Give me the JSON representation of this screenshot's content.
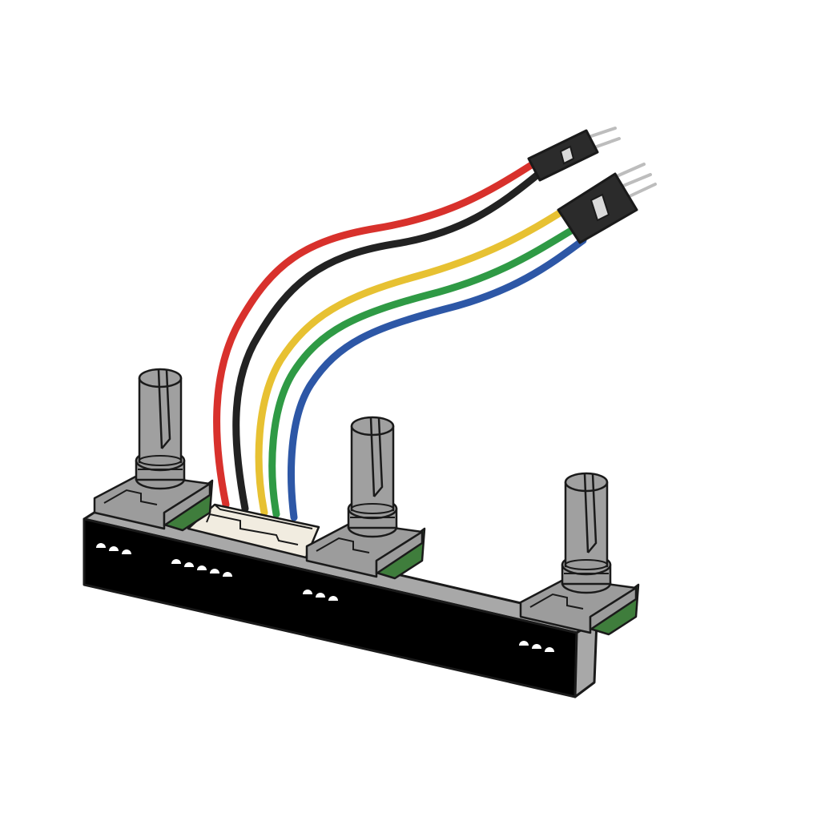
{
  "illustration": {
    "subject": "potentiometer-board-with-wire-harness",
    "colors": {
      "outline": "#1a1a1a",
      "board_black": "#000000",
      "board_edge": "#a8a8a8",
      "pcb_green": "#3f7d3c",
      "pot_body": "#9c9c9c",
      "shaft_metal": "#a0a0a0",
      "connector_cream": "#f1ece0",
      "wire_red": "#d8312c",
      "wire_black": "#222222",
      "wire_yellow": "#e7c132",
      "wire_green": "#2f9a45",
      "wire_blue": "#2d57a6",
      "header_black": "#2b2b2b",
      "pin_silver": "#bdbdbd"
    },
    "potentiometers": 3,
    "wires": [
      "red",
      "black",
      "yellow",
      "green",
      "blue"
    ],
    "connectors": [
      "2-pin-header",
      "3-pin-header"
    ]
  }
}
